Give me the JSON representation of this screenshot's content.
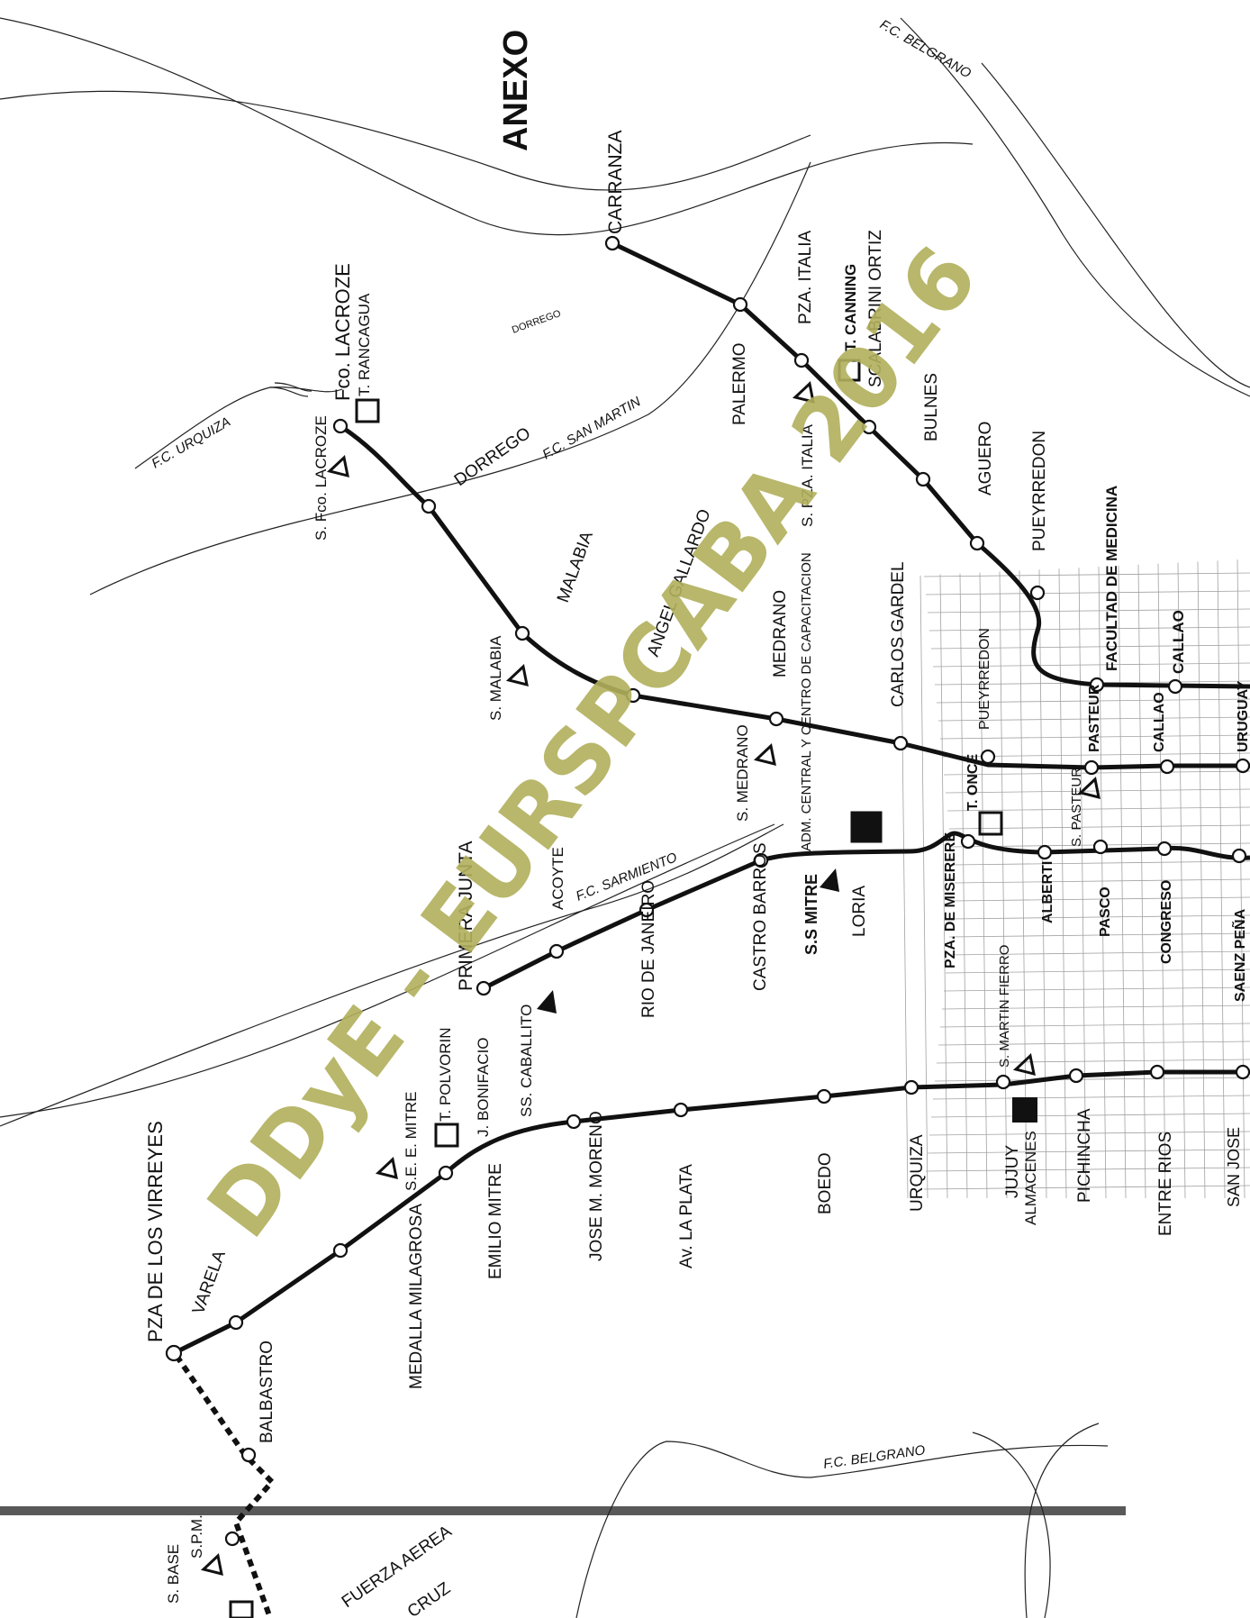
{
  "annex": "ANEXO",
  "watermark": {
    "text": "DDyE - EURSPCABA 2016",
    "color": "#b1b05c"
  },
  "colors": {
    "line": "#111111",
    "station_fill": "#ffffff"
  },
  "railways": {
    "urquiza": "F.C. URQUIZA",
    "san_martin": "F.C. SAN MARTIN",
    "belgrano_top": "F.C. BELGRANO",
    "sarmiento": "F.C. SARMIENTO",
    "belgrano_bottom": "F.C. BELGRANO"
  },
  "stations": {
    "carranza": "CARRANZA",
    "palermo": "PALERMO",
    "pza_italia": "PZA. ITALIA",
    "scalabrini": "SCALABRINI ORTIZ",
    "bulnes": "BULNES",
    "aguero": "AGUERO",
    "pueyrredon_d": "PUEYRREDON",
    "facultad": "FACULTAD DE MEDICINA",
    "callao_d": "CALLAO",
    "fco_lacroze": "Fco. LACROZE",
    "dorrego_b": "DORREGO",
    "malabia": "MALABIA",
    "angel_gallardo": "ANGEL GALLARDO",
    "medrano": "MEDRANO",
    "carlos_gardel": "CARLOS GARDEL",
    "pueyrredon_b": "PUEYRREDON",
    "pasteur": "PASTEUR",
    "callao_b": "CALLAO",
    "uruguay": "URUGUAY",
    "primera_junta": "PRIMERA JUNTA",
    "acoyte": "ACOYTE",
    "rio_de_janeiro": "RIO DE JANEIRO",
    "castro_barros": "CASTRO BARROS",
    "loria": "LORIA",
    "pza_miserere": "PZA. DE MISERERE",
    "alberti": "ALBERTI",
    "pasco": "PASCO",
    "congreso": "CONGRESO",
    "saenz_pena": "SAENZ PEÑA",
    "pza_virreyes": "PZA DE LOS VIRREYES",
    "varela": "VARELA",
    "medalla_milagrosa": "MEDALLA MILAGROSA",
    "emilio_mitre": "EMILIO MITRE",
    "jose_m_moreno": "JOSE M. MORENO",
    "av_la_plata": "Av. LA PLATA",
    "boedo": "BOEDO",
    "urquiza": "URQUIZA",
    "jujuy": "JUJUY",
    "pichincha": "PICHINCHA",
    "entre_rios": "ENTRE RIOS",
    "san_jose": "SAN JOSE",
    "balbastro": "BALBASTRO",
    "fuerza_aerea": "FUERZA AEREA",
    "cruz": "CRUZ"
  },
  "facilities": {
    "s_fco_lacroze": "S. Fco. LACROZE",
    "t_rancagua": "T. RANCAGUA",
    "s_malabia": "S. MALABIA",
    "s_pza_italia": "S. PZA. ITALIA",
    "t_canning": "T. CANNING",
    "s_medrano": "S. MEDRANO",
    "adm_central": "ADM. CENTRAL Y CENTRO DE CAPACITACION",
    "t_once": "T. ONCE",
    "s_pasteur": "S. PASTEUR",
    "ss_mitre": "S.S MITRE",
    "ss_caballito": "SS. CABALLITO",
    "t_polvorin": "T. POLVORIN",
    "j_bonifacio": "J. BONIFACIO",
    "se_mitre": "S.E. E. MITRE",
    "s_martin_fierro": "S. MARTIN FIERRO",
    "almacenes": "ALMACENES",
    "s_base": "S. BASE",
    "s_pm": "S.P.M."
  },
  "small_labels": {
    "dorrego_area": "DORREGO"
  },
  "legend_note": ""
}
